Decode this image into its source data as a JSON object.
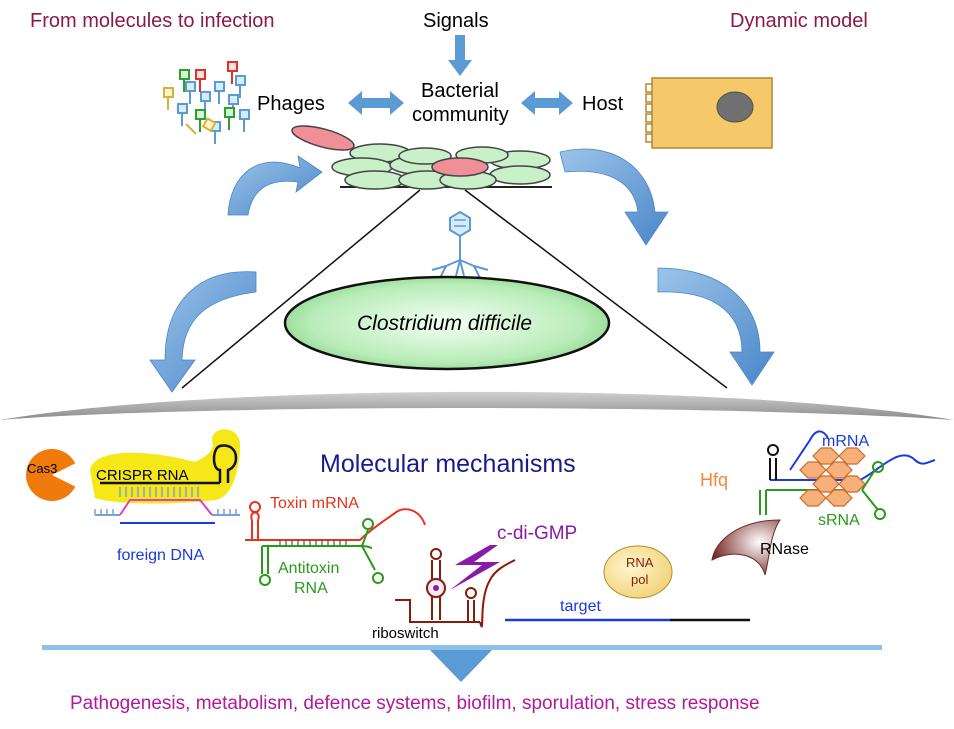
{
  "header": {
    "left_title": "From molecules to infection",
    "right_title": "Dynamic model",
    "signals": "Signals"
  },
  "community": {
    "phages": "Phages",
    "bacterial_line1": "Bacterial",
    "bacterial_line2": "community",
    "host": "Host"
  },
  "organism": {
    "name": "Clostridium difficile"
  },
  "mechanisms": {
    "title": "Molecular mechanisms",
    "cas3": "Cas3",
    "crispr_rna": "CRISPR RNA",
    "foreign_dna": "foreign DNA",
    "toxin_mrna": "Toxin mRNA",
    "antitoxin_line1": "Antitoxin",
    "antitoxin_line2": "RNA",
    "c_di_gmp": "c-di-GMP",
    "riboswitch": "riboswitch",
    "target": "target",
    "rna_pol_line1": "RNA",
    "rna_pol_line2": "pol",
    "hfq": "Hfq",
    "mrna": "mRNA",
    "srna": "sRNA",
    "rnase": "RNase"
  },
  "footer": {
    "outcomes": "Pathogenesis, metabolism, defence systems, biofilm, sporulation, stress response"
  },
  "colors": {
    "maroon_title": "#8b1a4a",
    "mechanisms_title": "#1a1a8c",
    "outcomes": "#b0189e",
    "blue_arrow": "#5b9bd5",
    "crispr_yellow": "#f5e400",
    "cas3_orange": "#f07a0c",
    "host_cell": "#f5c96a",
    "bacterium_green": "#c9f0c9",
    "toxin_red": "#e8321c",
    "antitoxin_green": "#2a9a1a",
    "riboswitch_brown": "#8b1a0a",
    "dna_blue": "#1a3ae0",
    "hfq_orange": "#f08a3a",
    "cdigmp_purple": "#8a1aa8"
  }
}
